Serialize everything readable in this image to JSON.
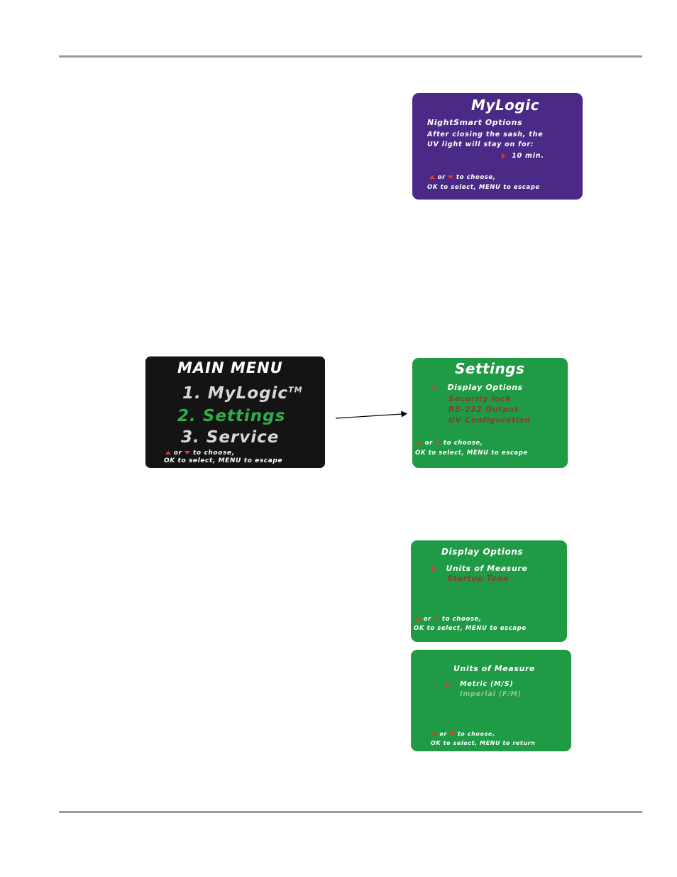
{
  "hint": {
    "or_text": "or",
    "to_choose": "to choose,",
    "ok_escape": "OK to select, MENU to escape",
    "ok_return": "OK to select, MENU to return"
  },
  "mylogic_screen": {
    "title": "MyLogic",
    "subtitle": "NightSmart Options",
    "line1": "After closing the sash, the",
    "line2": "UV light will stay on for:",
    "value": "10 min."
  },
  "main_menu": {
    "title": "MAIN MENU",
    "item1": "1. MyLogic",
    "item1_tm": "TM",
    "item2": "2. Settings",
    "item3": "3. Service"
  },
  "settings_screen": {
    "title": "Settings",
    "items": [
      "Display Options",
      "Security lock",
      "RS-232 Output",
      "UV Configuration"
    ]
  },
  "display_options_screen": {
    "title": "Display Options",
    "items": [
      "Units of Measure",
      "Startup Tone"
    ]
  },
  "units_screen": {
    "title": "Units of Measure",
    "items": [
      "Metric (M/S)",
      "Imperial (F/M)"
    ]
  },
  "colors": {
    "purple": "#4a2a86",
    "green": "#1f9a45",
    "black": "#141414",
    "arrow": "#e23b2e"
  }
}
